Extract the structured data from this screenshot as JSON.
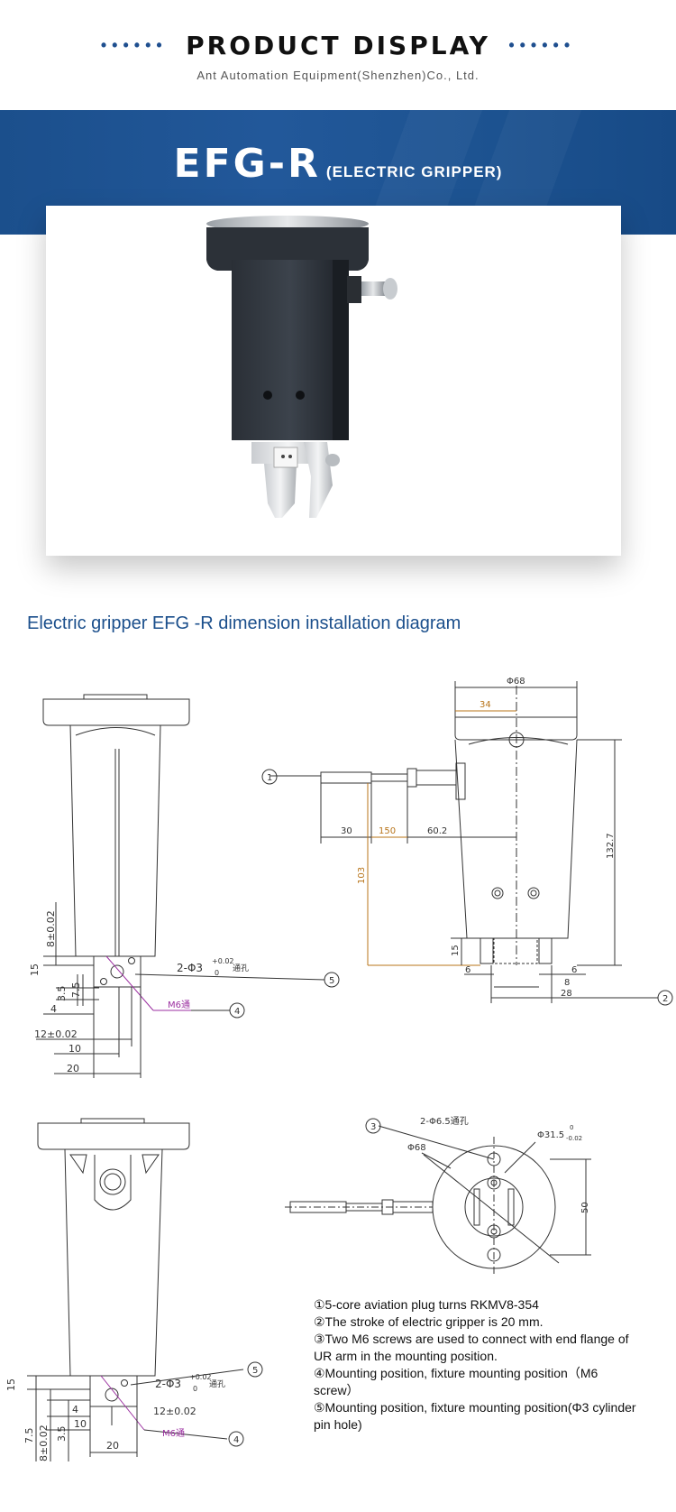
{
  "header": {
    "dots_left": "••••••",
    "title": "PRODUCT DISPLAY",
    "dots_right": "••••••",
    "subtitle": "Ant Automation Equipment(Shenzhen)Co., Ltd."
  },
  "banner": {
    "model": "EFG-R",
    "model_sub": "(ELECTRIC GRIPPER)",
    "color": "#1b4f8c"
  },
  "diagram": {
    "heading": "Electric gripper EFG -R dimension installation diagram",
    "side_view": {
      "hole_label": "2-Φ3",
      "hole_tol": "+0.02",
      "hole_tol_low": "0",
      "hole_suffix": "通孔",
      "m6_label": "M6通",
      "dims": [
        "8±0.02",
        "15",
        "3.5",
        "7.5",
        "4",
        "12±0.02",
        "10",
        "20"
      ]
    },
    "front_view": {
      "dims": [
        "Φ68",
        "34",
        "30",
        "150",
        "60.2",
        "103",
        "132.7",
        "15",
        "6",
        "6",
        "8",
        "28"
      ]
    },
    "bottom_view": {
      "hole_label": "2-Φ3",
      "hole_tol": "+0.02",
      "hole_tol_low": "0",
      "hole_suffix": "通孔",
      "m6_label": "M6通",
      "dims": [
        "15",
        "4",
        "12±0.02",
        "10",
        "7.5",
        "3.5",
        "8±0.02",
        "20"
      ]
    },
    "top_view": {
      "hole_label": "2-Φ6.5通孔",
      "dia_outer": "Φ68",
      "dia_inner": "Φ31.5",
      "dia_tol_up": "0",
      "dia_tol_low": "-0.02",
      "dim_50": "50"
    },
    "callouts": [
      "1",
      "2",
      "3",
      "4",
      "5"
    ]
  },
  "notes": [
    "①5-core aviation plug turns RKMV8-354",
    "②The stroke of electric gripper is 20 mm.",
    "③Two M6 screws are used to connect with end flange of UR arm in the mounting position.",
    "④Mounting position, fixture mounting position（M6 screw）",
    "⑤Mounting position, fixture mounting position(Φ3 cylinder pin hole)"
  ],
  "colors": {
    "dimension_orange": "#b8741a",
    "dimension_purple": "#9b2fa0",
    "line": "#333333"
  }
}
